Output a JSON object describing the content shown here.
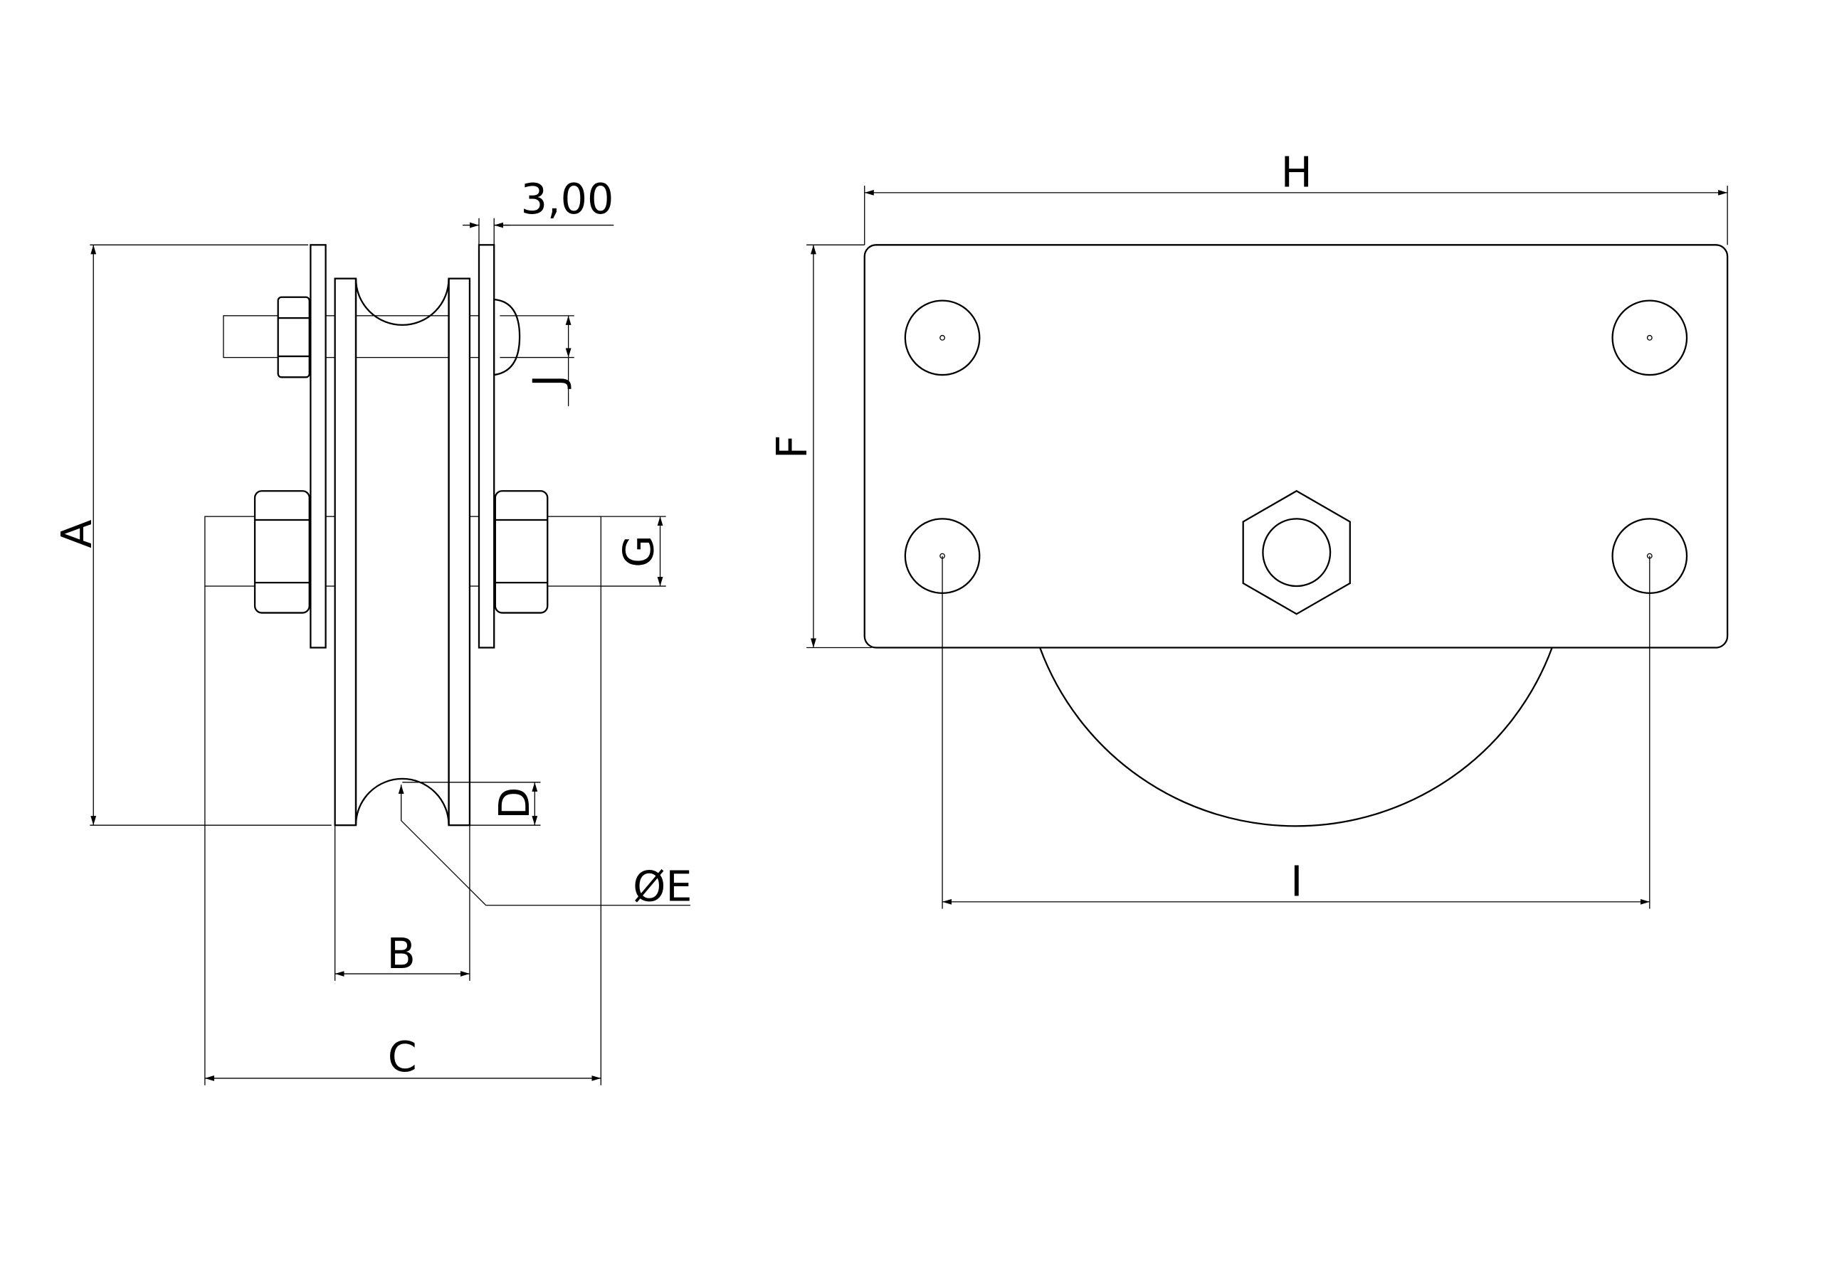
{
  "drawing": {
    "labels": {
      "A": "A",
      "B": "B",
      "C": "C",
      "D": "D",
      "E": "ØE",
      "F": "F",
      "G": "G",
      "H": "H",
      "I": "I",
      "J": "J",
      "thickness": "3,00"
    },
    "line_color": "#000000",
    "background": "#ffffff"
  }
}
